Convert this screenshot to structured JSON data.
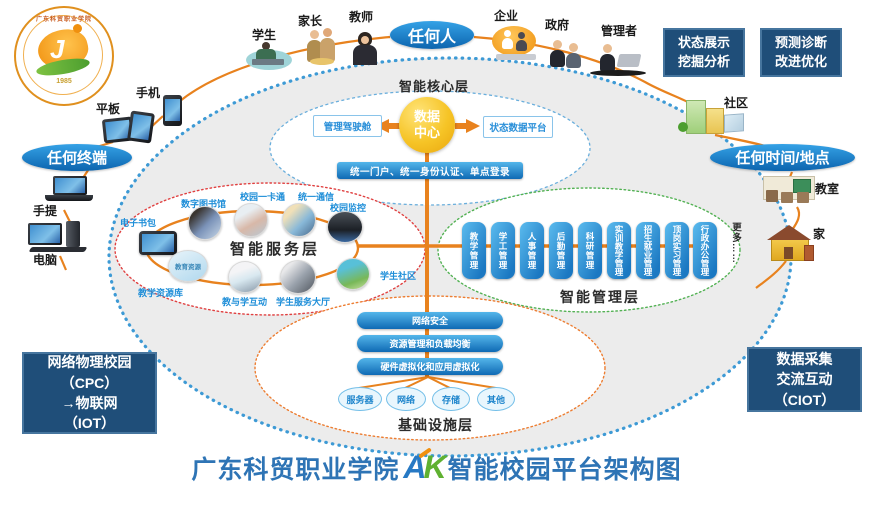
{
  "colors": {
    "orange_line": "#E8821E",
    "badge_blue": "#1586D8",
    "navy_box": "#1F4E79",
    "gold_center": "#F2B212",
    "title_blue": "#2E74B5",
    "service_ring_red": "#E04040",
    "management_ring_green": "#52B153",
    "infrastructure_ring_orange": "#ED7D31",
    "outer_ring_blue": "#3D9AD5",
    "bar_blue": "#1273BE"
  },
  "logo": {
    "school_arc_text": "广东科贸职业学院",
    "year": "1985"
  },
  "badges": {
    "anyone": "任何人",
    "any_terminal": "任何终端",
    "any_time_place": "任何时间/地点"
  },
  "actors": {
    "student": "学生",
    "parent": "家长",
    "teacher": "教师",
    "enterprise": "企业",
    "government": "政府",
    "manager": "管理者"
  },
  "devices": {
    "phone": "手机",
    "tablet": "平板",
    "laptop": "手提",
    "desktop": "电脑"
  },
  "places": {
    "community": "社区",
    "classroom": "教室",
    "home": "家"
  },
  "side_boxes": {
    "status_box": {
      "line1": "状态展示",
      "line2": "挖掘分析"
    },
    "predict_box": {
      "line1": "预测诊断",
      "line2": "改进优化"
    },
    "cpc_box": {
      "line1": "网络物理校园",
      "line2": "（CPC）",
      "line3": "→物联网",
      "line4": "（IOT）"
    },
    "ciot_box": {
      "line1": "数据采集",
      "line2": "交流互动",
      "line3": "（CIOT）"
    }
  },
  "core_layer": {
    "title": "智能核心层",
    "data_center_line1": "数据",
    "data_center_line2": "中心",
    "cockpit": "管理驾驶舱",
    "status_platform": "状态数据平台",
    "sso_bar": "统一门户、统一身份认证、单点登录"
  },
  "service_layer": {
    "title": "智能服务层",
    "items": [
      "电子书包",
      "数字图书馆",
      "校园一卡通",
      "统一通信",
      "校园监控",
      "学生社区",
      "学生服务大厅",
      "教与学互动",
      "教学资源库"
    ],
    "cloud_icon_text": "教育资源"
  },
  "management_layer": {
    "title": "智能管理层",
    "columns": [
      "教学管理",
      "学工管理",
      "人事管理",
      "后勤管理",
      "科研管理",
      "实训教学管理",
      "招生就业管理",
      "顶岗实习管理",
      "行政办公管理"
    ],
    "more": "更多……"
  },
  "infrastructure_layer": {
    "title": "基础设施层",
    "bars": [
      "网络安全",
      "资源管理和负载均衡",
      "硬件虚拟化和应用虚拟化"
    ],
    "nodes": [
      "服务器",
      "网络",
      "存储",
      "其他"
    ]
  },
  "footer": {
    "school": "广东科贸职业学院",
    "logo_a": "A",
    "logo_k": "K",
    "title": "智能校园平台架构图"
  }
}
